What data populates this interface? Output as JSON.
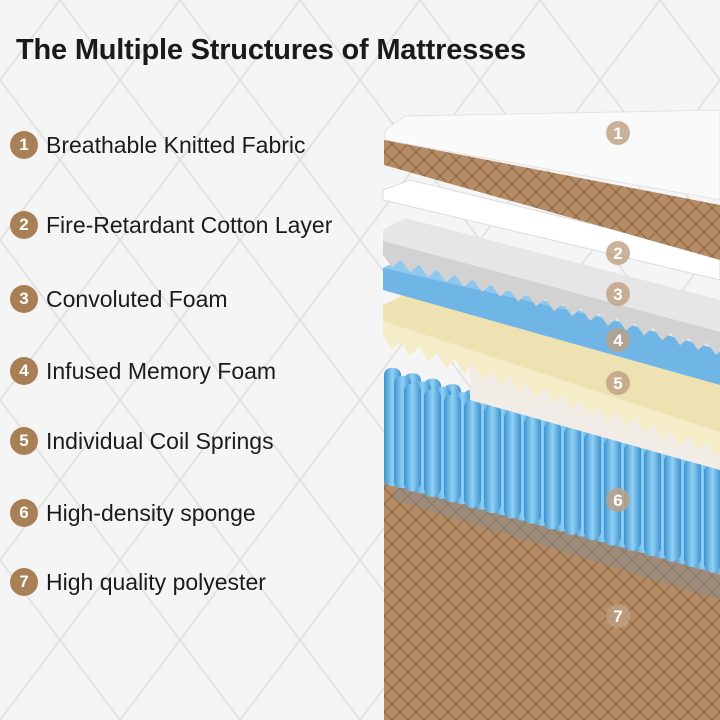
{
  "title": "The Multiple Structures of Mattresses",
  "legend": [
    {
      "num": "1",
      "label": "Breathable Knitted Fabric"
    },
    {
      "num": "2",
      "label": "Fire-Retardant Cotton Layer"
    },
    {
      "num": "3",
      "label": "Convoluted Foam"
    },
    {
      "num": "4",
      "label": "Infused Memory Foam"
    },
    {
      "num": "5",
      "label": "Individual Coil Springs"
    },
    {
      "num": "6",
      "label": "High-density sponge"
    },
    {
      "num": "7",
      "label": "High quality polyester"
    }
  ],
  "diagram_marks": [
    "1",
    "2",
    "3",
    "4",
    "5",
    "6",
    "7"
  ],
  "colors": {
    "badge": "#a97f55",
    "fabric_border": "#b58c66",
    "memory_foam": "#6fb6e6",
    "convoluted_foam": "#eee3b8",
    "coils": "#6ab3e3",
    "background": "#f4f4f4"
  }
}
